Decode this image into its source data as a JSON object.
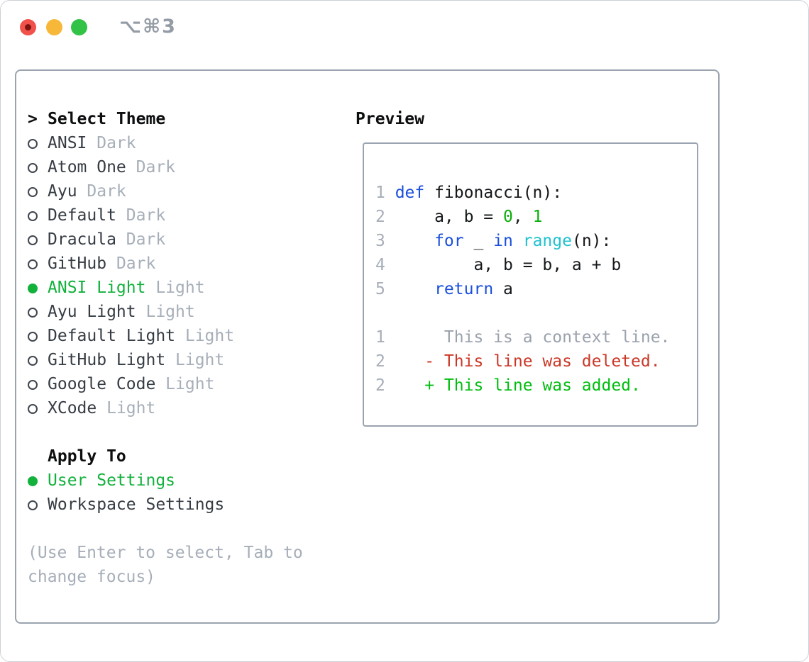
{
  "window": {
    "shortcut": "⌥⌘3",
    "traffic_lights": [
      "close",
      "minimize",
      "zoom"
    ]
  },
  "theme_selector": {
    "prompt": ">",
    "title": "Select Theme",
    "items": [
      {
        "name": "ANSI",
        "variant": "Dark",
        "selected": false
      },
      {
        "name": "Atom One",
        "variant": "Dark",
        "selected": false
      },
      {
        "name": "Ayu",
        "variant": "Dark",
        "selected": false
      },
      {
        "name": "Default",
        "variant": "Dark",
        "selected": false
      },
      {
        "name": "Dracula",
        "variant": "Dark",
        "selected": false
      },
      {
        "name": "GitHub",
        "variant": "Dark",
        "selected": false
      },
      {
        "name": "ANSI Light",
        "variant": "Light",
        "selected": true
      },
      {
        "name": "Ayu Light",
        "variant": "Light",
        "selected": false
      },
      {
        "name": "Default Light",
        "variant": "Light",
        "selected": false
      },
      {
        "name": "GitHub Light",
        "variant": "Light",
        "selected": false
      },
      {
        "name": "Google Code",
        "variant": "Light",
        "selected": false
      },
      {
        "name": "XCode",
        "variant": "Light",
        "selected": false
      }
    ]
  },
  "apply_to": {
    "title": "Apply To",
    "options": [
      {
        "label": "User Settings",
        "selected": true
      },
      {
        "label": "Workspace Settings",
        "selected": false
      }
    ]
  },
  "hint": "(Use Enter to select, Tab to change focus)",
  "preview": {
    "title": "Preview",
    "lines": [
      {
        "n": "1",
        "tokens": [
          [
            "kw",
            "def"
          ],
          [
            "fg",
            " fibonacci(n):"
          ]
        ]
      },
      {
        "n": "2",
        "tokens": [
          [
            "fg",
            "    a, b = "
          ],
          [
            "num",
            "0"
          ],
          [
            "fg",
            ", "
          ],
          [
            "num",
            "1"
          ]
        ]
      },
      {
        "n": "3",
        "tokens": [
          [
            "fg",
            "    "
          ],
          [
            "kw",
            "for"
          ],
          [
            "fg",
            " _ "
          ],
          [
            "kw",
            "in"
          ],
          [
            "fg",
            " "
          ],
          [
            "fn",
            "range"
          ],
          [
            "fg",
            "(n):"
          ]
        ]
      },
      {
        "n": "4",
        "tokens": [
          [
            "fg",
            "        a, b = b, a + b"
          ]
        ]
      },
      {
        "n": "5",
        "tokens": [
          [
            "fg",
            "    "
          ],
          [
            "kw",
            "return"
          ],
          [
            "fg",
            " a"
          ]
        ]
      },
      {
        "n": "",
        "tokens": []
      },
      {
        "n": "1",
        "tokens": [
          [
            "ctx",
            "     This is a context line."
          ]
        ]
      },
      {
        "n": "2",
        "tokens": [
          [
            "del",
            "   - This line was deleted."
          ]
        ]
      },
      {
        "n": "2",
        "tokens": [
          [
            "add",
            "   + This line was added."
          ]
        ]
      }
    ]
  },
  "colors": {
    "border": "#9aa3b0",
    "heading": "#0c0e10",
    "item": "#363c43",
    "muted": "#a6aeb8",
    "green": "#12b13c",
    "kw": "#1a4fdc",
    "fn": "#1fc2ce",
    "num": "#09af09",
    "fg": "#15181b",
    "ctx": "#9aa2ac",
    "del": "#cb3727",
    "add": "#00bd0f",
    "ln": "#a6aeb8",
    "tl_red": "#f1514a",
    "tl_red_dot": "#7a130f",
    "tl_yellow": "#f7b83a",
    "tl_green": "#32c245",
    "shortcut_gray": "#939ba4"
  }
}
